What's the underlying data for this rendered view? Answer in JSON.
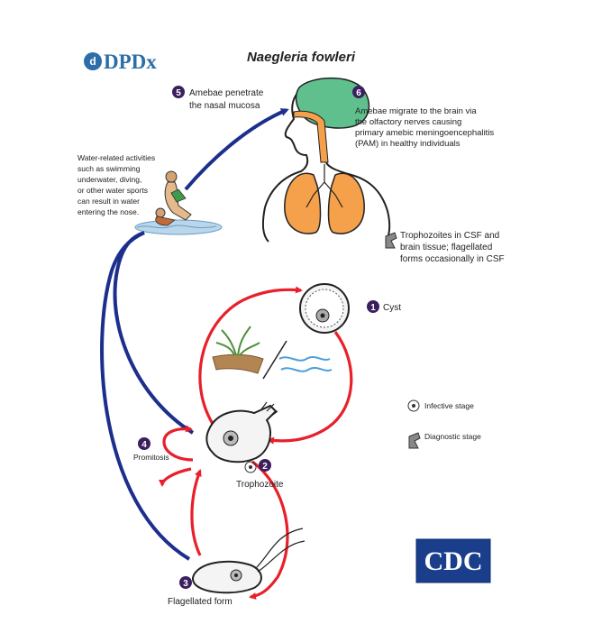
{
  "logo": {
    "text": "DPDx"
  },
  "title": "Naegleria fowleri",
  "water_note": [
    "Water-related activities",
    "such as swimming",
    "underwater, diving,",
    "or other water sports",
    "can result in water",
    "entering the nose."
  ],
  "steps": [
    {
      "num": "1",
      "lines": [
        "Cyst"
      ]
    },
    {
      "num": "2",
      "lines": [
        "Trophozoite"
      ]
    },
    {
      "num": "3",
      "lines": [
        "Flagellated form"
      ]
    },
    {
      "num": "4",
      "lines": [
        "Promitosis"
      ]
    },
    {
      "num": "5",
      "lines": [
        "Amebae penetrate",
        "the nasal mucosa"
      ]
    },
    {
      "num": "6",
      "lines": [
        "Amebae migrate to the brain via",
        "the olfactory nerves causing",
        "primary amebic meningoencephalitis",
        "(PAM) in healthy individuals"
      ]
    }
  ],
  "diagnostic_note": [
    "Trophozoites in CSF and",
    "brain tissue; flagellated",
    "forms occasionally in CSF"
  ],
  "legend": {
    "infective": "Infective stage",
    "diagnostic": "Diagnostic stage"
  },
  "agency": "CDC",
  "colors": {
    "red": "#e8202a",
    "navy": "#1c2f8c",
    "badge": "#3b1f5e",
    "brain": "#5fc08e",
    "lungs": "#f5a04a",
    "dpdx": "#2b6ea8",
    "cdc": "#1a3e8c"
  }
}
